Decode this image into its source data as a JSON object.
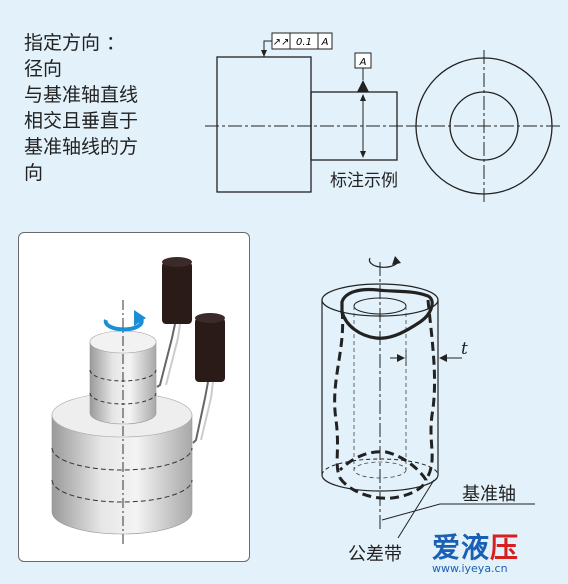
{
  "description_lines": [
    "指定方向 ：",
    "径向",
    "与基准轴直线",
    "相交且垂直于",
    "基准轴线的方",
    "向"
  ],
  "drawing": {
    "tolerance_symbol": "↗↗",
    "tolerance_value": "0.1",
    "datum_ref": "A",
    "datum_flag": "A",
    "caption": "标注示例"
  },
  "schematic": {
    "t_label": "t",
    "datum_axis_label": "基准轴",
    "tolerance_zone_label": "公差带"
  },
  "watermark": {
    "text_blue": "爱液",
    "text_red": "压",
    "url": "www.iyeya.cn"
  }
}
